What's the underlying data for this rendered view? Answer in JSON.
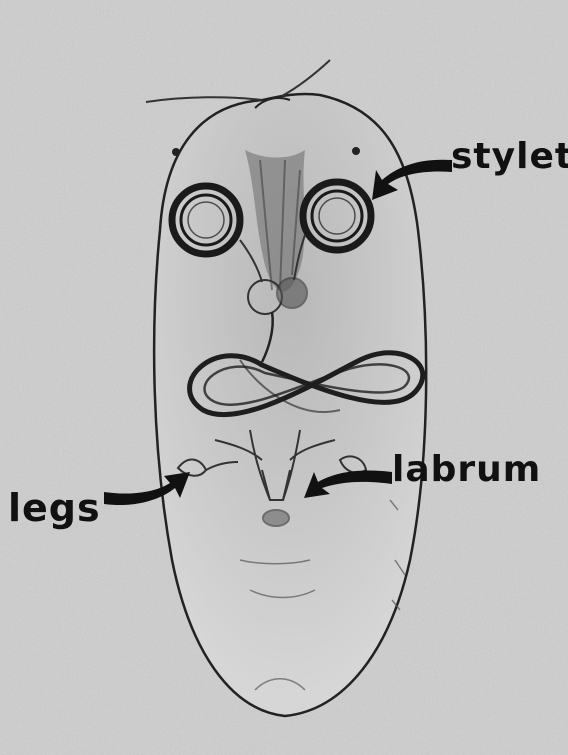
{
  "figure": {
    "labels": {
      "stylet": "stylet",
      "labrum": "labrum",
      "legs": "legs"
    }
  }
}
